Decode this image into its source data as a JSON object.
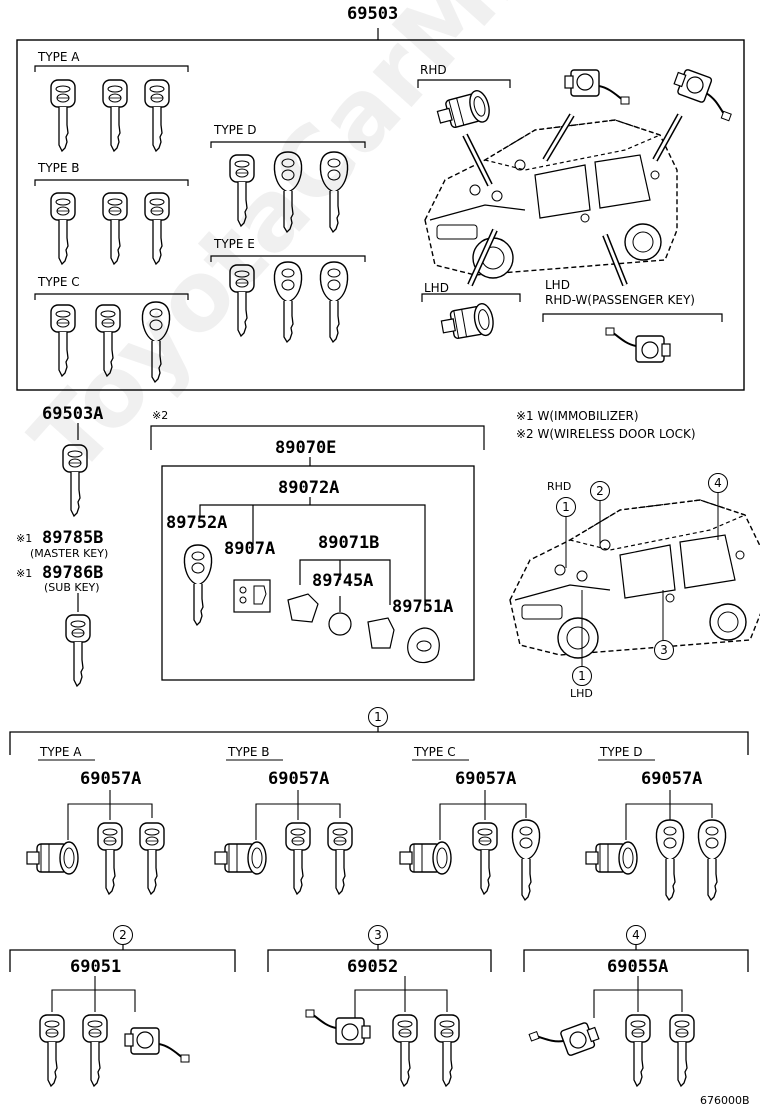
{
  "watermark": "ToyotaCarMine.ru",
  "top_group": {
    "part_no": "69503",
    "types": [
      "TYPE A",
      "TYPE B",
      "TYPE C",
      "TYPE D",
      "TYPE E"
    ],
    "rhd": "RHD",
    "lhd": "LHD",
    "lhd_right": "LHD",
    "rhd_w": "RHD-W(PASSENGER KEY)"
  },
  "left_parts": {
    "key_69503a": "69503A",
    "note1_mark": "※1",
    "master_no": "89785B",
    "master_desc": "(MASTER KEY)",
    "note1_mark_b": "※1",
    "sub_no": "89786B",
    "sub_desc": "(SUB KEY)"
  },
  "remote_group": {
    "note2_mark": "※2",
    "part_no": "89070E",
    "sub_assy": "89072A",
    "p1": "89752A",
    "p2": "8907A",
    "p3": "89071B",
    "p4": "89745A",
    "p5": "89751A"
  },
  "notes": [
    "※1 W(IMMOBILIZER)",
    "※2 W(WIRELESS DOOR LOCK)"
  ],
  "car_callouts": {
    "rhd": "RHD",
    "lhd": "LHD",
    "c1": "1",
    "c2": "2",
    "c3": "3",
    "c4": "4",
    "c1b": "1"
  },
  "cylinder_set_1": {
    "marker": "1",
    "types": [
      {
        "type": "TYPE A",
        "part": "69057A"
      },
      {
        "type": "TYPE B",
        "part": "69057A"
      },
      {
        "type": "TYPE C",
        "part": "69057A"
      },
      {
        "type": "TYPE D",
        "part": "69057A"
      }
    ]
  },
  "bottom_sets": [
    {
      "marker": "2",
      "part": "69051"
    },
    {
      "marker": "3",
      "part": "69052"
    },
    {
      "marker": "4",
      "part": "69055A"
    }
  ],
  "figure_code": "676000B"
}
